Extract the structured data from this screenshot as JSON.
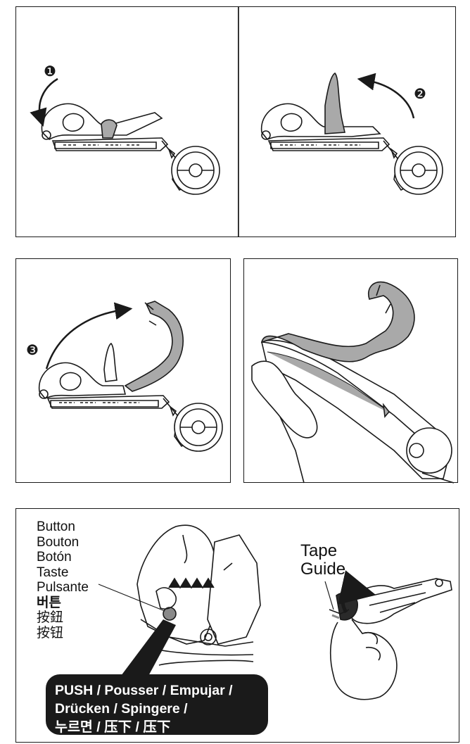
{
  "steps": {
    "step1": "❶",
    "step2": "❷",
    "step3": "❸"
  },
  "button_labels": [
    "Button",
    "Bouton",
    "Botón",
    "Taste",
    "Pulsante",
    "버튼",
    "按鈕",
    "按钮"
  ],
  "tape_guide": {
    "line1": "Tape",
    "line2": "Guide"
  },
  "push_instruction": {
    "line1": "PUSH / Pousser / Empujar /",
    "line2": "Drücken / Spingere /",
    "line3": "누르면 / 压下 / 压下"
  },
  "colors": {
    "line": "#1a1a1a",
    "highlight": "#a9a9a9",
    "callout": "#1a1a1a"
  }
}
